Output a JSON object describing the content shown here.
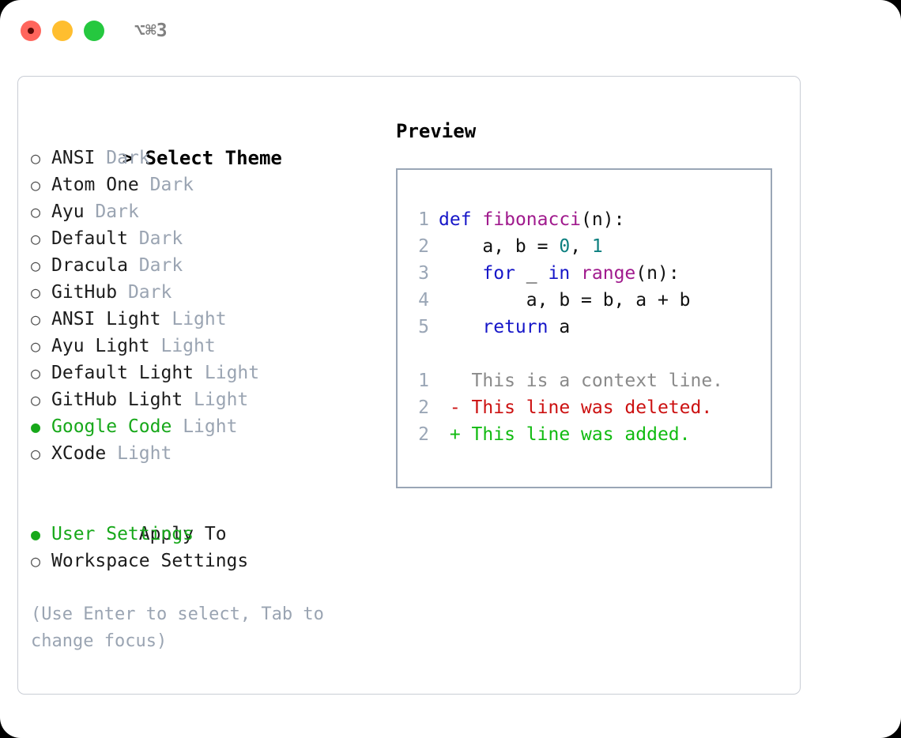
{
  "window": {
    "shortcut": "⌥⌘3",
    "traffic_lights": [
      {
        "name": "close",
        "color": "#ff655c"
      },
      {
        "name": "minimize",
        "color": "#ffbe2f"
      },
      {
        "name": "zoom",
        "color": "#25c83f"
      }
    ]
  },
  "accent": {
    "selected_green": "#17a81a",
    "muted_gray": "#9aa4b2",
    "border_gray": "#c9cdd5",
    "preview_border": "#9aa6b6"
  },
  "theme_list": {
    "header": "> Select Theme",
    "bullet_unselected": "○",
    "bullet_selected": "●",
    "items": [
      {
        "name": "ANSI",
        "kind": "Dark",
        "selected": false
      },
      {
        "name": "Atom One",
        "kind": "Dark",
        "selected": false
      },
      {
        "name": "Ayu",
        "kind": "Dark",
        "selected": false
      },
      {
        "name": "Default",
        "kind": "Dark",
        "selected": false
      },
      {
        "name": "Dracula",
        "kind": "Dark",
        "selected": false
      },
      {
        "name": "GitHub",
        "kind": "Dark",
        "selected": false
      },
      {
        "name": "ANSI Light",
        "kind": "Light",
        "selected": false
      },
      {
        "name": "Ayu Light",
        "kind": "Light",
        "selected": false
      },
      {
        "name": "Default Light",
        "kind": "Light",
        "selected": false
      },
      {
        "name": "GitHub Light",
        "kind": "Light",
        "selected": false
      },
      {
        "name": "Google Code",
        "kind": "Light",
        "selected": true
      },
      {
        "name": "XCode",
        "kind": "Light",
        "selected": false
      }
    ]
  },
  "apply_to": {
    "header": "Apply To",
    "options": [
      {
        "name": "User Settings",
        "selected": true
      },
      {
        "name": "Workspace Settings",
        "selected": false
      }
    ]
  },
  "hint": "(Use Enter to select, Tab to change focus)",
  "preview": {
    "title": "Preview",
    "code_lines": [
      {
        "ln": "1",
        "tokens": [
          {
            "t": "def",
            "c": "kw"
          },
          {
            "t": " ",
            "c": "pl"
          },
          {
            "t": "fibonacci",
            "c": "fn"
          },
          {
            "t": "(n):",
            "c": "pl"
          }
        ]
      },
      {
        "ln": "2",
        "tokens": [
          {
            "t": "    a, b = ",
            "c": "pl"
          },
          {
            "t": "0",
            "c": "num"
          },
          {
            "t": ", ",
            "c": "pl"
          },
          {
            "t": "1",
            "c": "num"
          }
        ]
      },
      {
        "ln": "3",
        "tokens": [
          {
            "t": "    ",
            "c": "pl"
          },
          {
            "t": "for",
            "c": "kw"
          },
          {
            "t": " _ ",
            "c": "pl"
          },
          {
            "t": "in",
            "c": "kw"
          },
          {
            "t": " ",
            "c": "pl"
          },
          {
            "t": "range",
            "c": "fn"
          },
          {
            "t": "(n):",
            "c": "pl"
          }
        ]
      },
      {
        "ln": "4",
        "tokens": [
          {
            "t": "        a, b = b, a + b",
            "c": "pl"
          }
        ]
      },
      {
        "ln": "5",
        "tokens": [
          {
            "t": "    ",
            "c": "pl"
          },
          {
            "t": "return",
            "c": "kw"
          },
          {
            "t": " a",
            "c": "pl"
          }
        ]
      }
    ],
    "diff_lines": [
      {
        "ln": "1",
        "tokens": [
          {
            "t": "   This is a context line.",
            "c": "ctx"
          }
        ]
      },
      {
        "ln": "2",
        "tokens": [
          {
            "t": " - This line was deleted.",
            "c": "del"
          }
        ]
      },
      {
        "ln": "2",
        "tokens": [
          {
            "t": " + This line was added.",
            "c": "add"
          }
        ]
      }
    ]
  }
}
